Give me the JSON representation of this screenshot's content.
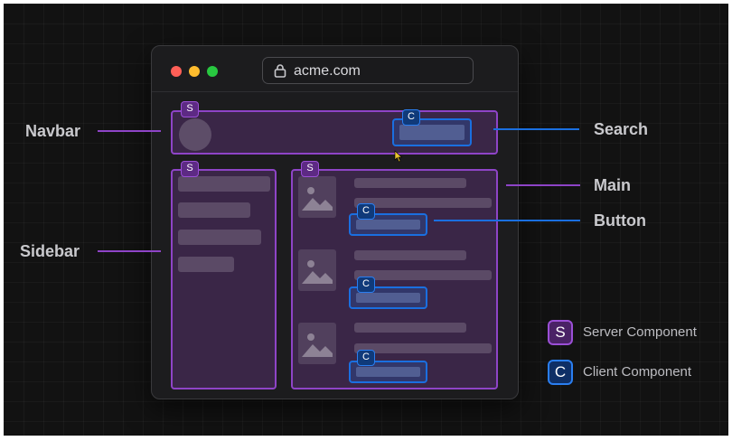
{
  "browser": {
    "url": "acme.com"
  },
  "badges": {
    "server": "S",
    "client": "C"
  },
  "callouts": {
    "navbar": "Navbar",
    "sidebar": "Sidebar",
    "search": "Search",
    "main": "Main",
    "button": "Button"
  },
  "legend": {
    "server": {
      "badge": "S",
      "label": "Server Component"
    },
    "client": {
      "badge": "C",
      "label": "Client Component"
    }
  },
  "colors": {
    "server": "#8e44c7",
    "client": "#1a6fe0",
    "background": "#121212"
  },
  "icons": [
    "lock-icon",
    "image-placeholder-icon",
    "cursor-icon"
  ]
}
